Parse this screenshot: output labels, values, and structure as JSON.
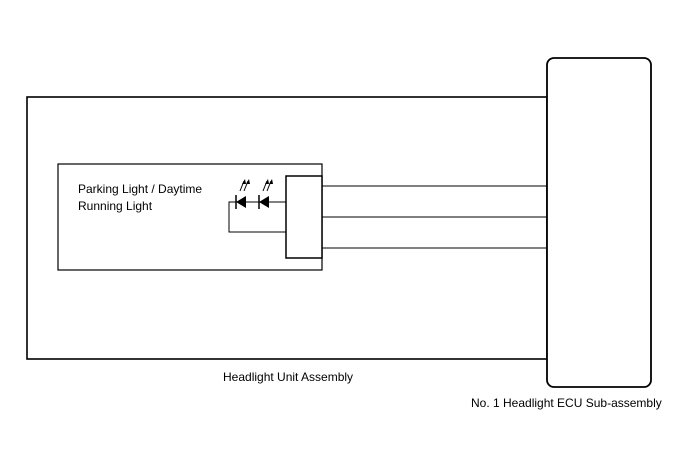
{
  "diagram": {
    "headlight_unit_label": "Headlight Unit Assembly",
    "ecu_label": "No. 1 Headlight ECU Sub-assembly",
    "parking_light_label_line1": "Parking Light / Daytime",
    "parking_light_label_line2": "Running Light",
    "wire_count": 3,
    "led_count": 2
  },
  "colors": {
    "line": "#000000",
    "background": "#ffffff"
  }
}
